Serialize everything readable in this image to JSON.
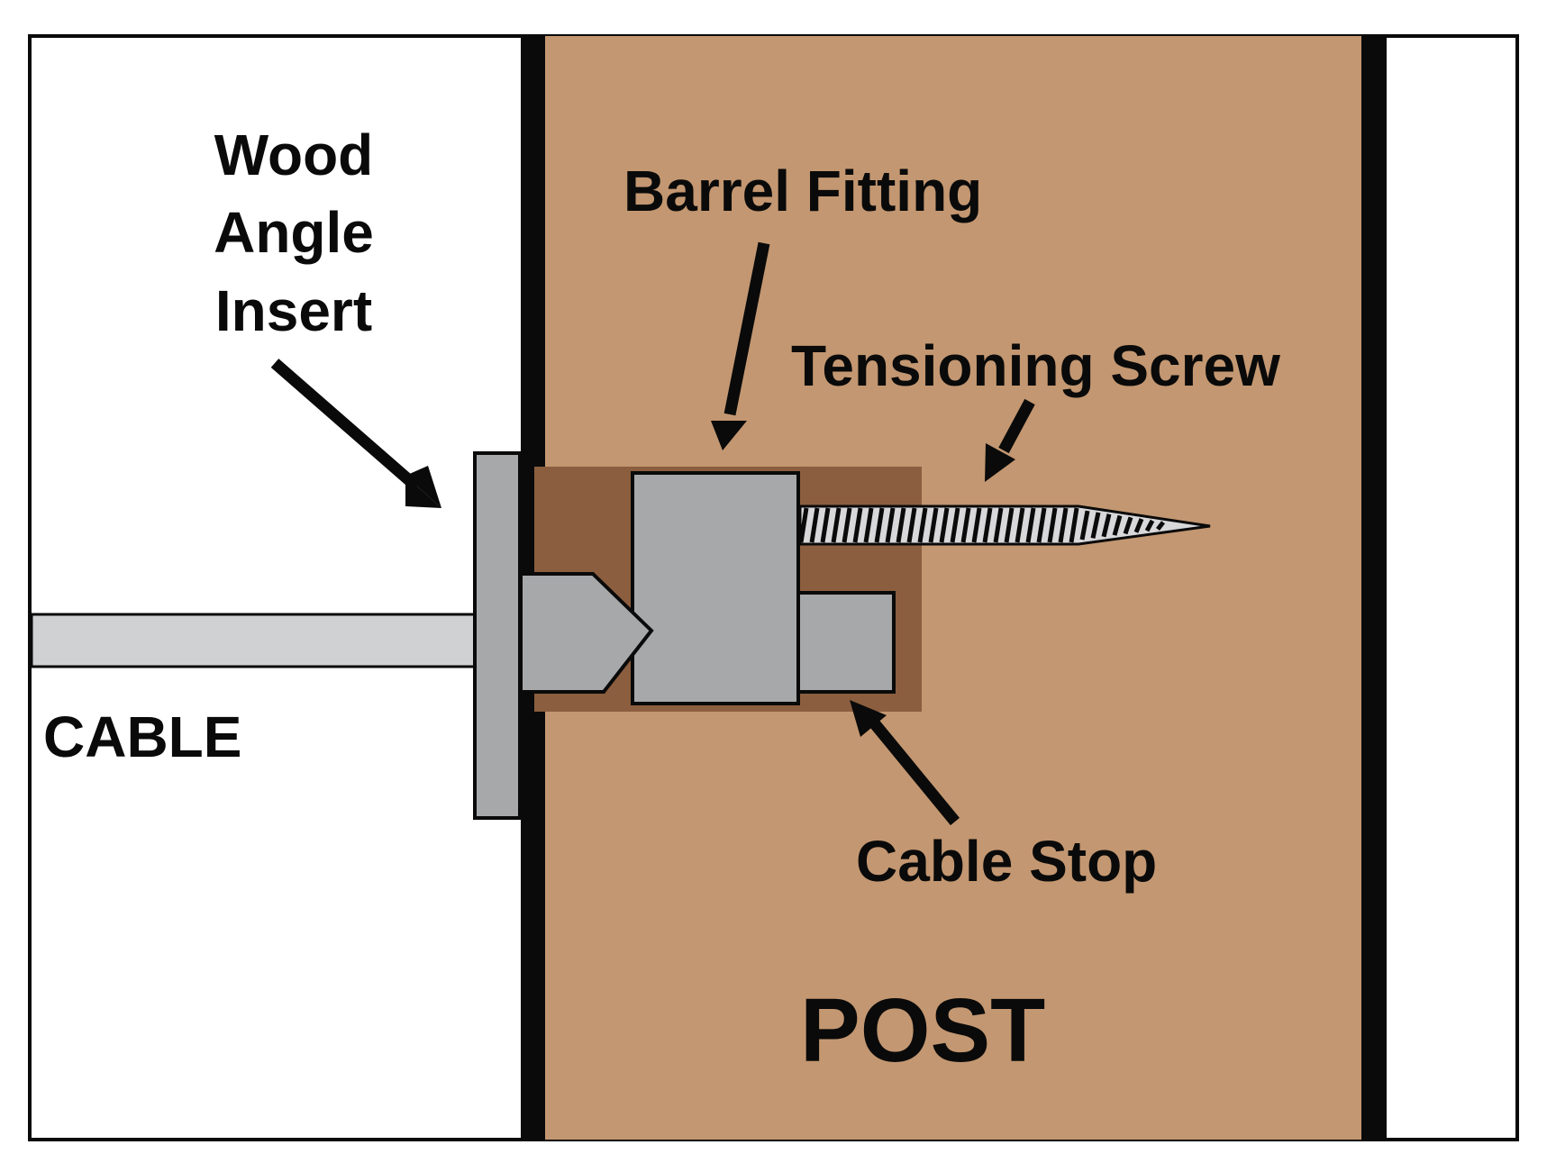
{
  "labels": {
    "wood_angle_insert": [
      "Wood",
      "Angle",
      "Insert"
    ],
    "barrel_fitting": "Barrel Fitting",
    "tensioning_screw": "Tensioning Screw",
    "cable": "CABLE",
    "cable_stop": "Cable Stop",
    "post": "POST"
  },
  "colors": {
    "post_wood": "#c39771",
    "recess_dark_wood": "#8b5e3f",
    "fitting_gray": "#a7a8aa",
    "cable_gray": "#d0d1d3",
    "outline": "#0a0a0a",
    "background": "#ffffff"
  }
}
